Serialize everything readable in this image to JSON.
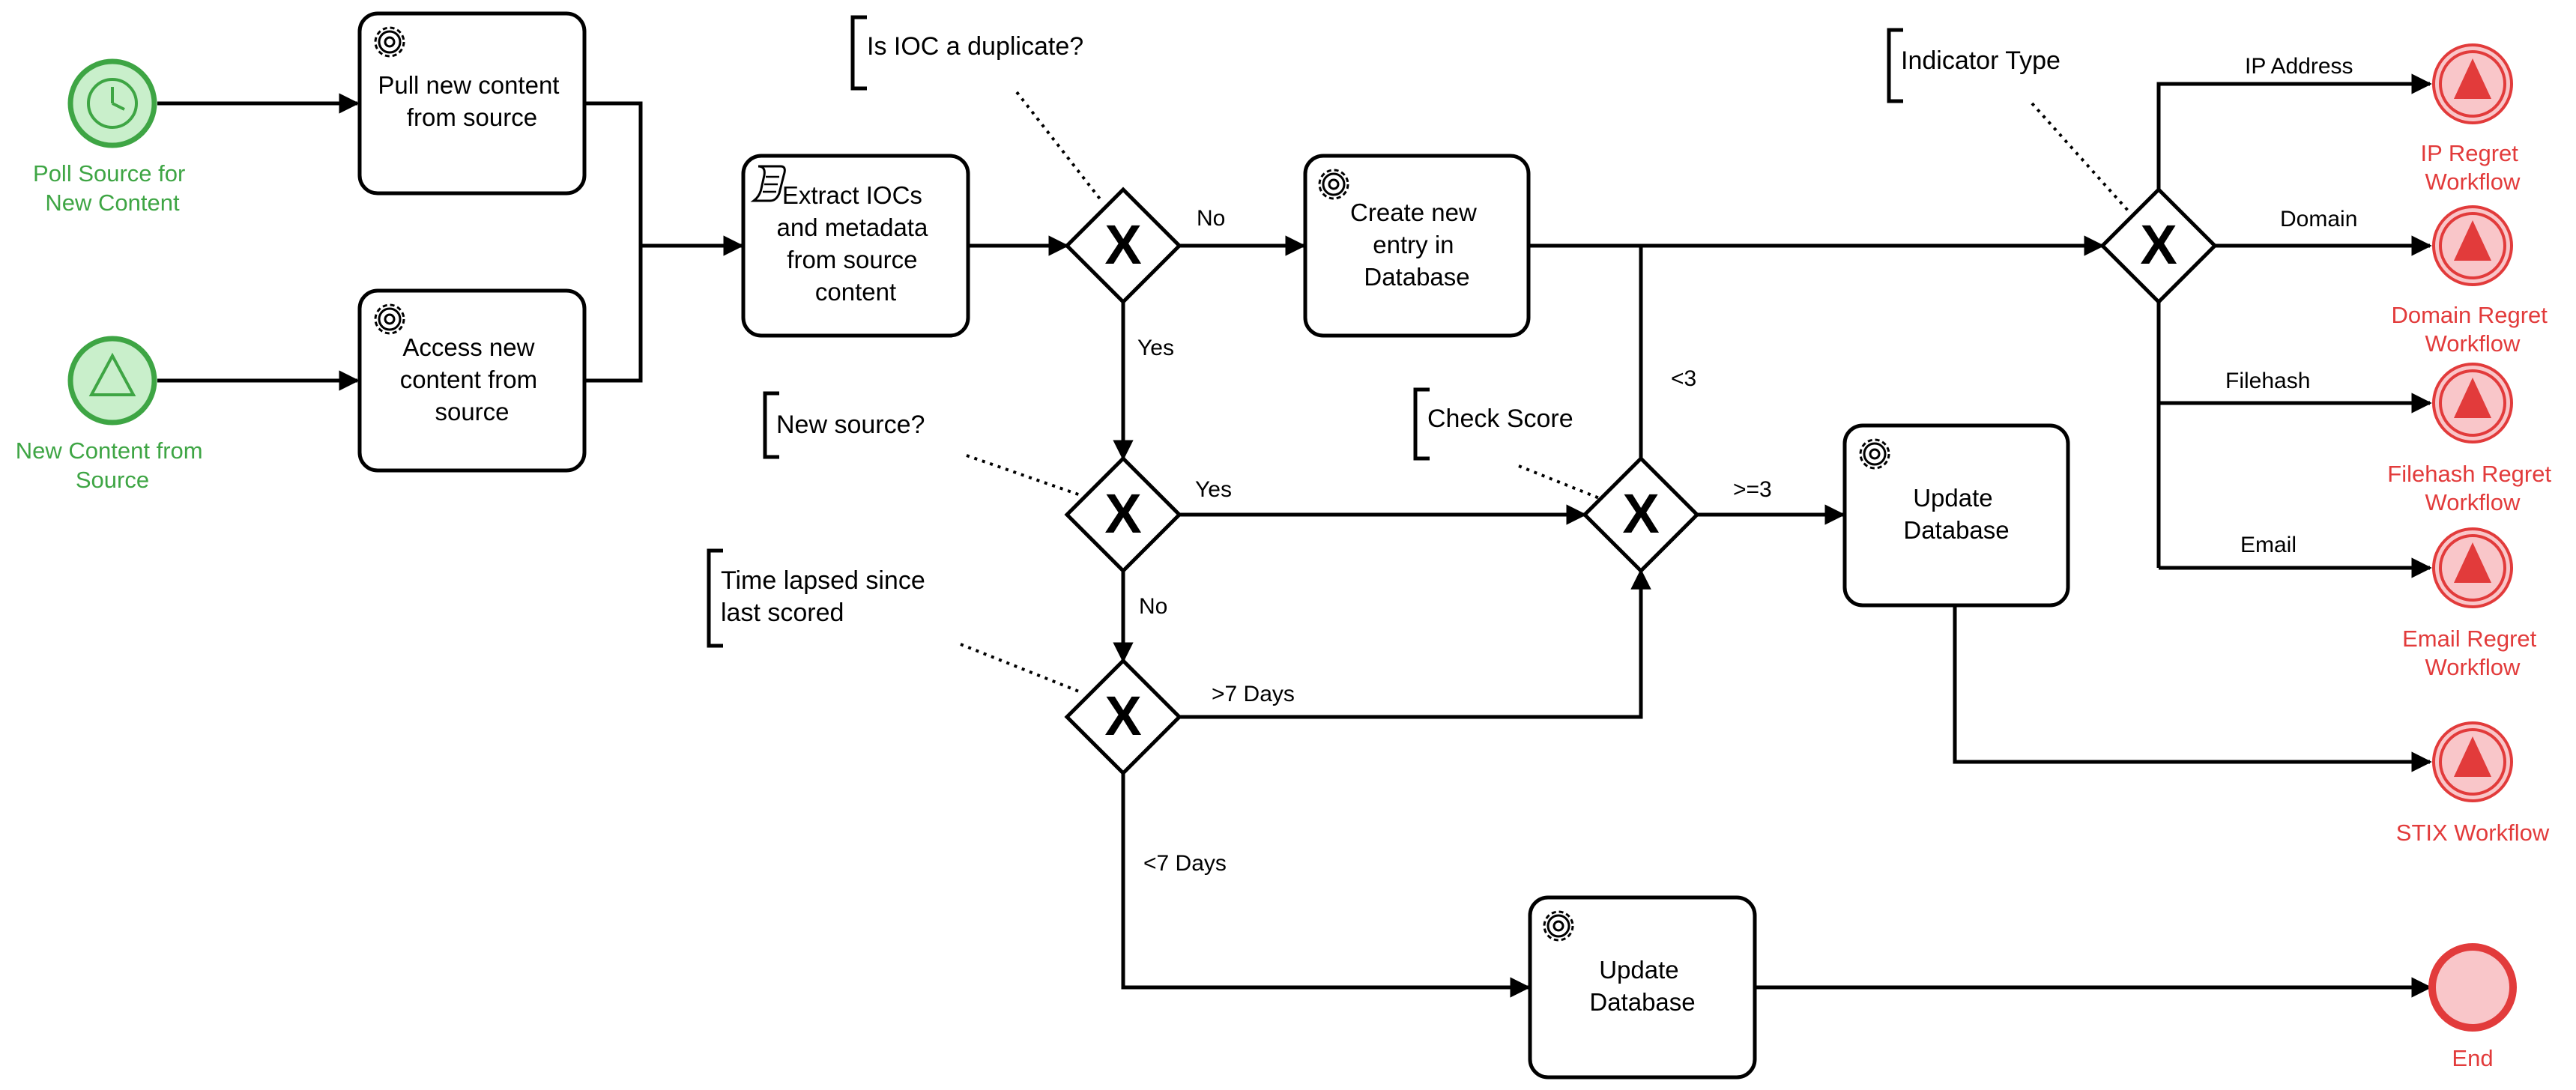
{
  "start_events": {
    "poll": {
      "label": [
        "Poll Source for",
        "New Content"
      ]
    },
    "new_content": {
      "label": [
        "New Content from",
        "Source"
      ]
    }
  },
  "tasks": {
    "pull": {
      "label": [
        "Pull new content",
        "from source"
      ]
    },
    "access": {
      "label": [
        "Access new",
        "content from",
        "source"
      ]
    },
    "extract": {
      "label": [
        "Extract IOCs",
        "and metadata",
        "from source",
        "content"
      ]
    },
    "create": {
      "label": [
        "Create new",
        "entry in",
        "Database"
      ]
    },
    "update_mid": {
      "label": [
        "Update",
        "Database"
      ]
    },
    "update_bottom": {
      "label": [
        "Update",
        "Database"
      ]
    }
  },
  "annotations": {
    "duplicate": {
      "label": [
        "Is IOC a duplicate?"
      ]
    },
    "new_source": {
      "label": [
        "New source?"
      ]
    },
    "time_lapsed": {
      "label": [
        "Time lapsed since",
        "last scored"
      ]
    },
    "check_score": {
      "label": [
        "Check Score"
      ]
    },
    "indicator_type": {
      "label": [
        "Indicator Type"
      ]
    }
  },
  "edge_labels": {
    "no_dup": "No",
    "yes_dup": "Yes",
    "yes_src": "Yes",
    "no_src": "No",
    "gt7": ">7 Days",
    "lt7": "<7 Days",
    "lt3": "<3",
    "gte3": ">=3",
    "ip": "IP Address",
    "domain": "Domain",
    "filehash": "Filehash",
    "email": "Email"
  },
  "gateway_symbol": "X",
  "end_events": {
    "ip": {
      "label": [
        "IP Regret",
        "Workflow"
      ]
    },
    "domain": {
      "label": [
        "Domain Regret",
        "Workflow"
      ]
    },
    "filehash": {
      "label": [
        "Filehash Regret",
        "Workflow"
      ]
    },
    "email": {
      "label": [
        "Email Regret",
        "Workflow"
      ]
    },
    "stix": {
      "label": [
        "STIX Workflow"
      ]
    },
    "end": {
      "label": [
        "End"
      ]
    }
  },
  "colors": {
    "start_fill": "#c9efcb",
    "start_stroke": "#3ea544",
    "end_fill": "#f9c6c9",
    "end_stroke": "#e23b3b",
    "line": "#000000"
  },
  "icons": {
    "task": "gear-icon",
    "script_task": "script-icon",
    "timer": "clock-icon",
    "signal": "triangle-icon",
    "escalation": "warning-triangle-icon"
  }
}
